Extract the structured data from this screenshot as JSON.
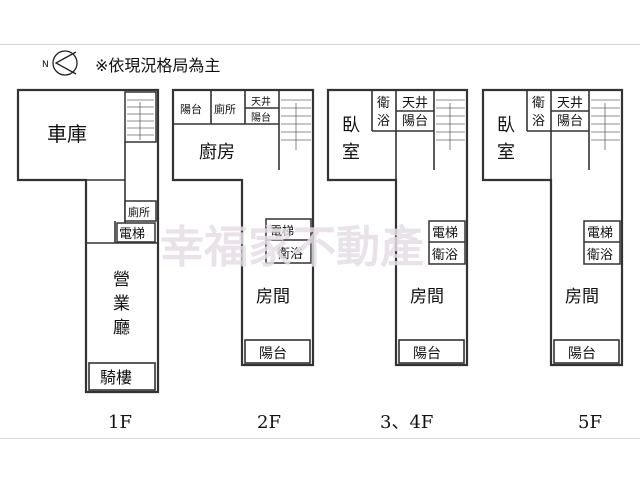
{
  "note": "※依現況格局為主",
  "compass": {
    "label": "N"
  },
  "watermark": "幸福家不動產",
  "floors": {
    "f1": {
      "label": "1F",
      "garage": "車庫",
      "toilet": "廁所",
      "elevator": "電梯",
      "shop": [
        "營",
        "業",
        "廳"
      ],
      "arcade": "騎樓"
    },
    "f2": {
      "label": "2F",
      "balcony_a": "陽台",
      "toilet": "廁所",
      "skylight": "天井",
      "balcony_b": "陽台",
      "kitchen": "廚房",
      "elevator": "電梯",
      "bath": "衛浴",
      "room": "房間",
      "balcony_c": "陽台"
    },
    "f34": {
      "label": "3、4F",
      "bedroom": [
        "臥",
        "室"
      ],
      "bath_top": [
        "衛",
        "浴"
      ],
      "skylight": "天井",
      "balcony_b": "陽台",
      "elevator": "電梯",
      "bath": "衛浴",
      "room": "房間",
      "balcony_c": "陽台"
    },
    "f5": {
      "label": "5F",
      "bedroom": [
        "臥",
        "室"
      ],
      "bath_top": [
        "衛",
        "浴"
      ],
      "skylight": "天井",
      "balcony_b": "陽台",
      "elevator": "電梯",
      "bath": "衛浴",
      "room": "房間",
      "balcony_c": "陽台"
    }
  }
}
